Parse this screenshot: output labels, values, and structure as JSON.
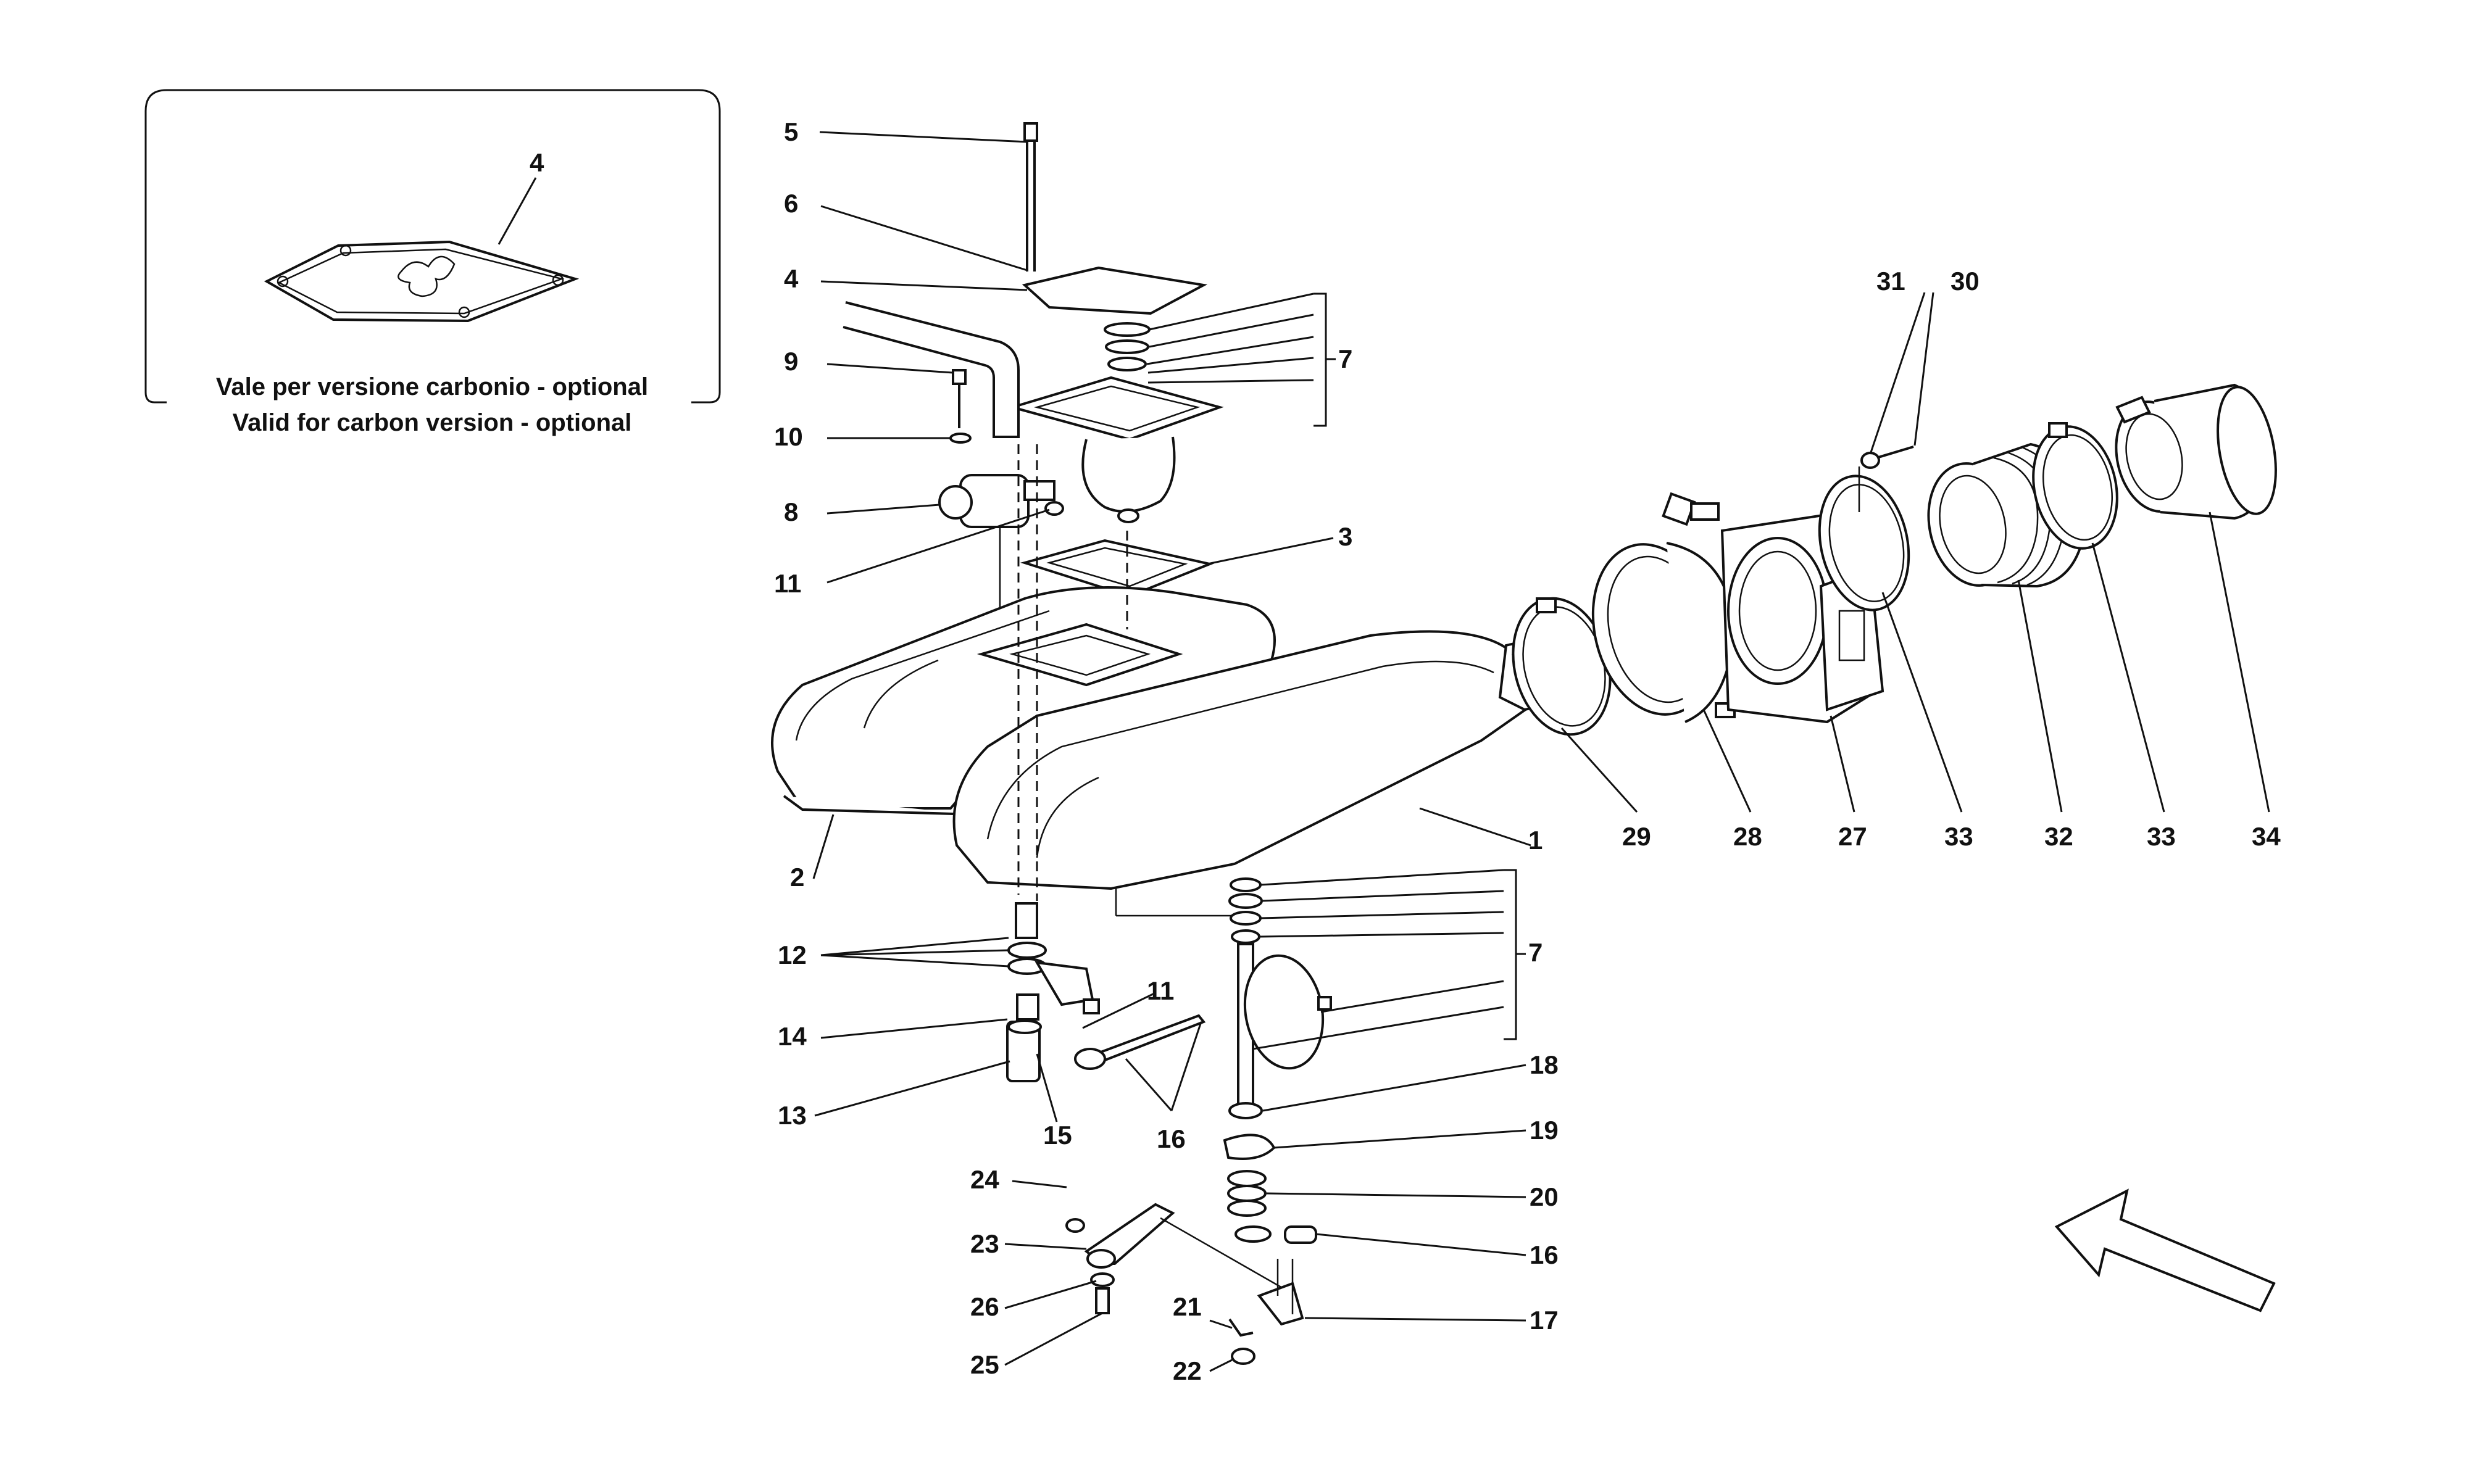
{
  "inset": {
    "part_number": "4",
    "caption_it": "Vale per versione carbonio - optional",
    "caption_en": "Valid for carbon version - optional"
  },
  "callouts": [
    "1",
    "2",
    "3",
    "4",
    "5",
    "6",
    "7",
    "8",
    "9",
    "10",
    "11",
    "12",
    "13",
    "14",
    "15",
    "16",
    "17",
    "18",
    "19",
    "20",
    "21",
    "22",
    "23",
    "24",
    "25",
    "26",
    "27",
    "28",
    "29",
    "30",
    "31",
    "32",
    "33",
    "34"
  ],
  "icons": {
    "direction_arrow": "front-direction-arrow-icon"
  }
}
